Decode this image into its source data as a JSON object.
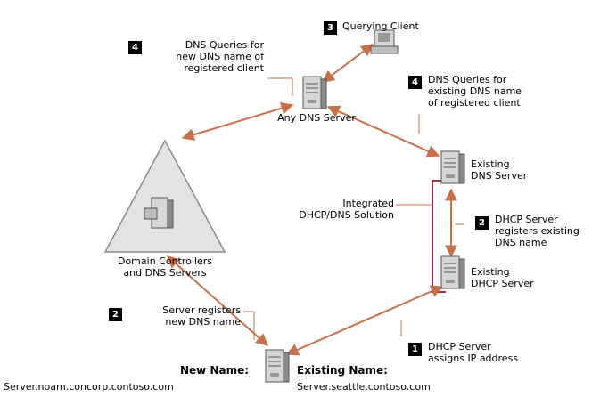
{
  "colors": {
    "arrow": "#c8704a",
    "integration_box": "#a0303a",
    "triangle_fill": "#e3e3e3",
    "server_fill": "#d6d6d6",
    "server_dark": "#777777"
  },
  "nodes": {
    "querying_client": "Querying Client",
    "any_dns_server": "Any DNS Server",
    "existing_dns_server": "Existing\nDNS Server",
    "existing_dhcp_server": "Existing\nDHCP Server",
    "domain_controllers": "Domain Controllers\nand DNS Servers",
    "integrated_solution": "Integrated\nDHCP/DNS Solution"
  },
  "steps": [
    {
      "number": "3",
      "text": "Querying Client"
    },
    {
      "number": "4",
      "text": "DNS Queries for\nnew DNS name of\nregistered client"
    },
    {
      "number": "4",
      "text": "DNS Queries for\nexisting DNS name\nof registered client"
    },
    {
      "number": "2",
      "text": "DHCP Server\nregisters existing\nDNS name"
    },
    {
      "number": "2",
      "text": "Server registers\nnew DNS name"
    },
    {
      "number": "1",
      "text": "DHCP Server\nassigns IP address"
    }
  ],
  "names": {
    "new_name_label": "New Name:",
    "new_name_value": "Server.noam.concorp.contoso.com",
    "existing_name_label": "Existing Name:",
    "existing_name_value": "Server.seattle.contoso.com"
  }
}
